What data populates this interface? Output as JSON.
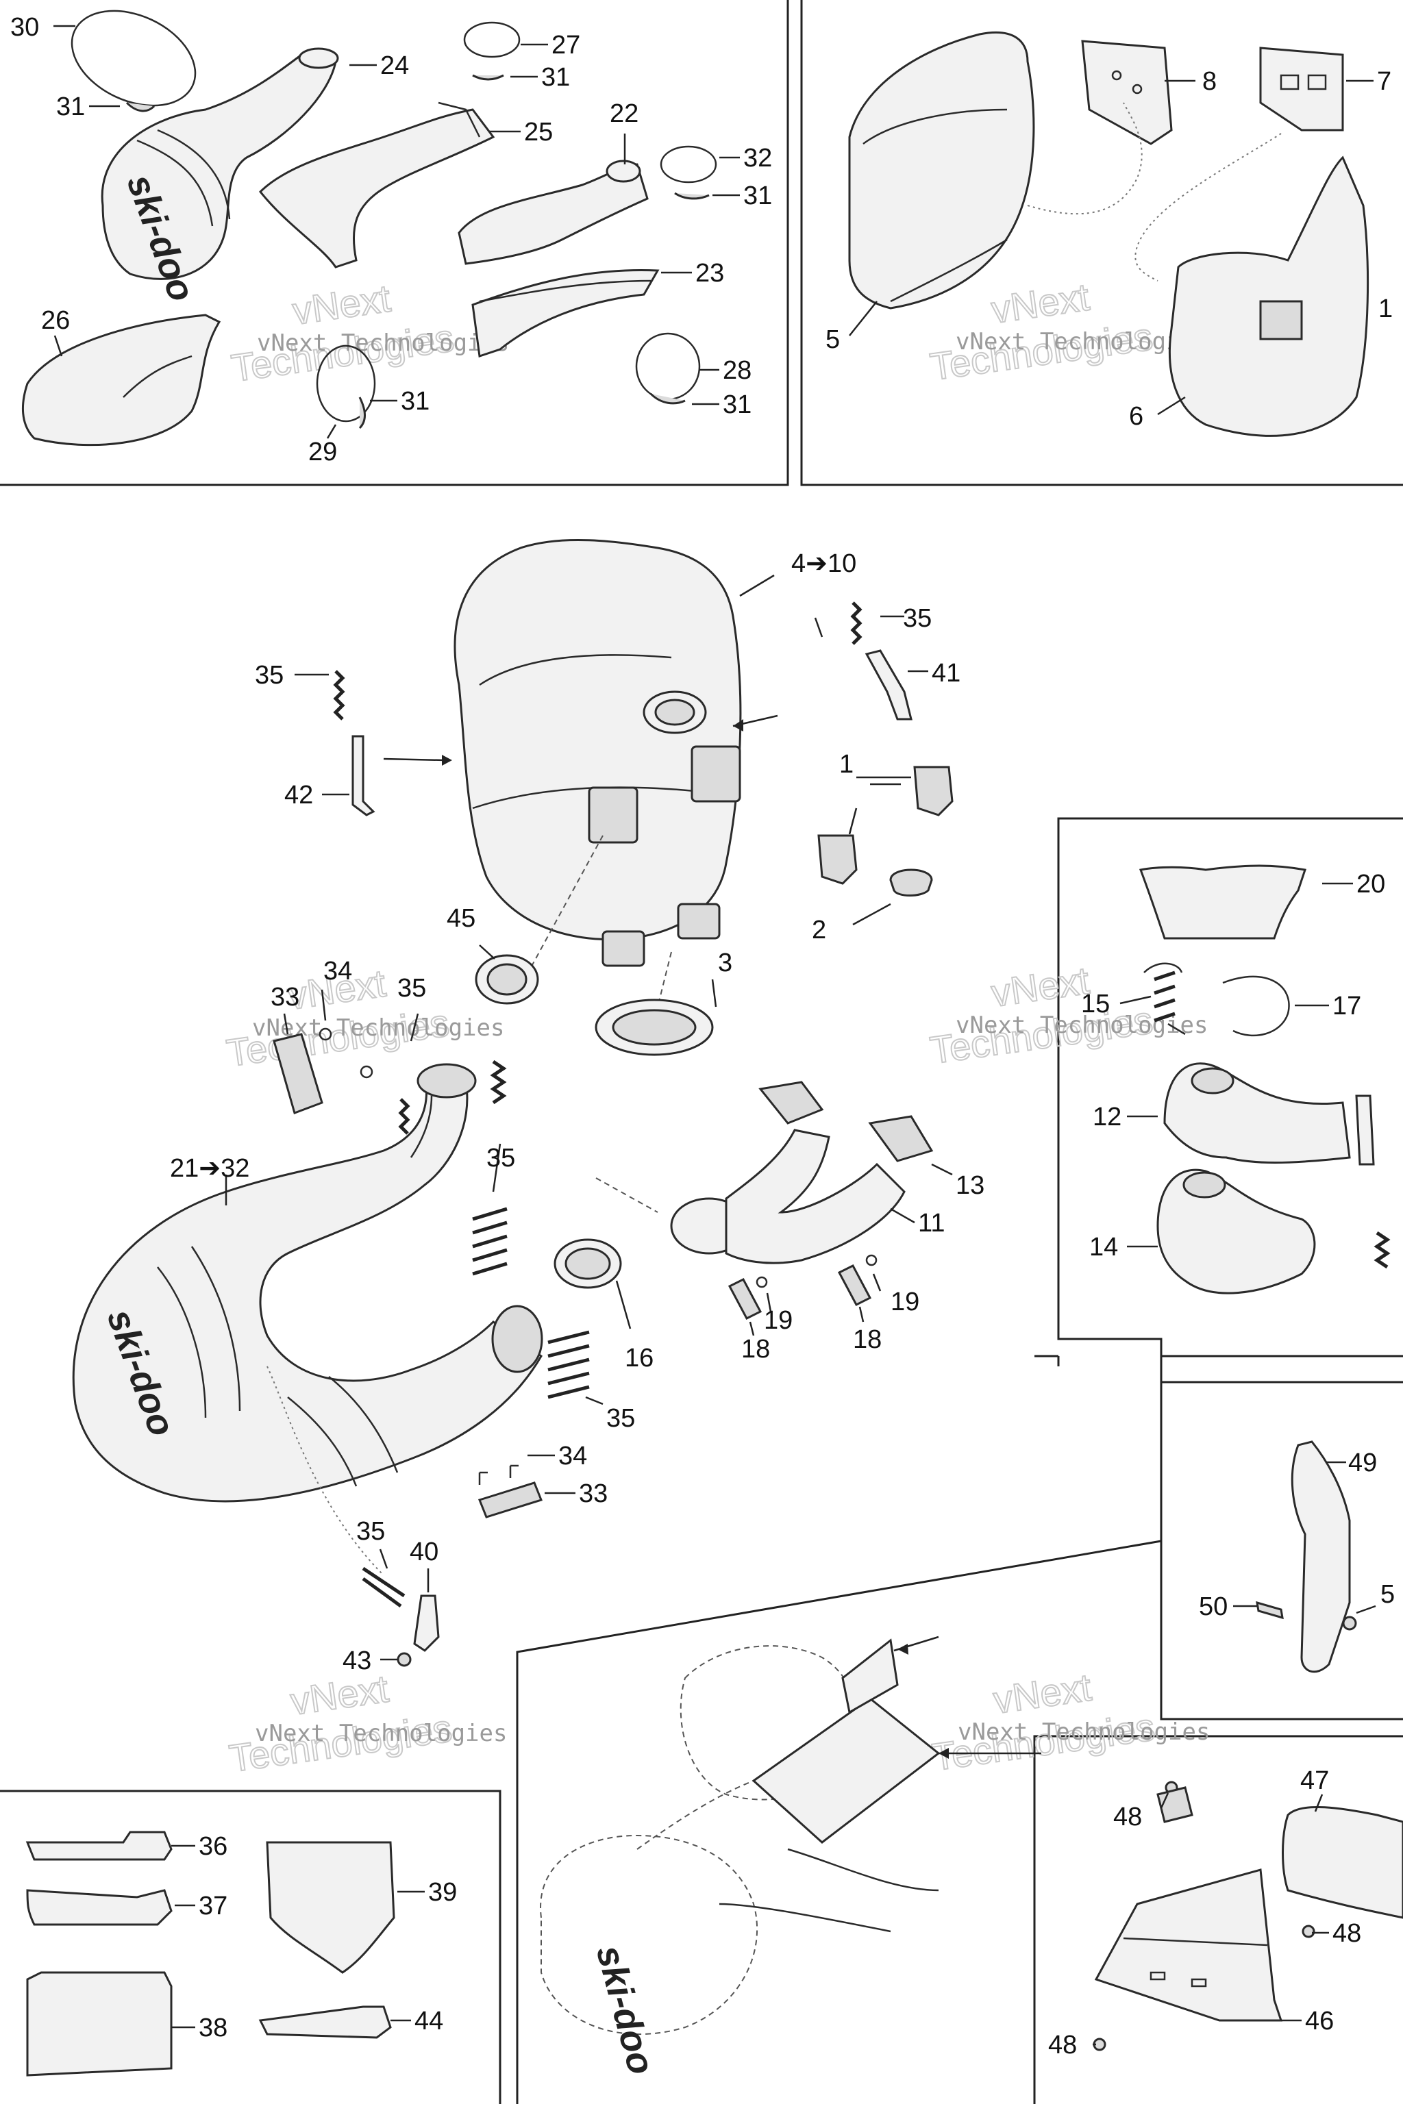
{
  "diagram": {
    "watermark": {
      "line1": "vNext Technologies",
      "line2a": "vNext",
      "line2b": "Technologies"
    },
    "logo_text": "ski-doo",
    "callouts": [
      {
        "id": "c30",
        "text": "30"
      },
      {
        "id": "c31a",
        "text": "31"
      },
      {
        "id": "c24",
        "text": "24"
      },
      {
        "id": "c27",
        "text": "27"
      },
      {
        "id": "c31b",
        "text": "31"
      },
      {
        "id": "c25",
        "text": "25"
      },
      {
        "id": "c22",
        "text": "22"
      },
      {
        "id": "c32",
        "text": "32"
      },
      {
        "id": "c31c",
        "text": "31"
      },
      {
        "id": "c23",
        "text": "23"
      },
      {
        "id": "c26",
        "text": "26"
      },
      {
        "id": "c28",
        "text": "28"
      },
      {
        "id": "c31d",
        "text": "31"
      },
      {
        "id": "c31e",
        "text": "31"
      },
      {
        "id": "c29",
        "text": "29"
      },
      {
        "id": "c8",
        "text": "8"
      },
      {
        "id": "c7",
        "text": "7"
      },
      {
        "id": "c5",
        "text": "5"
      },
      {
        "id": "c6",
        "text": "6"
      },
      {
        "id": "c1a",
        "text": "1"
      },
      {
        "id": "c4to10",
        "text": "4➔10"
      },
      {
        "id": "c35a",
        "text": "35"
      },
      {
        "id": "c41",
        "text": "41"
      },
      {
        "id": "c35b",
        "text": "35"
      },
      {
        "id": "c42",
        "text": "42"
      },
      {
        "id": "c1b",
        "text": "1"
      },
      {
        "id": "c2",
        "text": "2"
      },
      {
        "id": "c20",
        "text": "20"
      },
      {
        "id": "c45",
        "text": "45"
      },
      {
        "id": "c3",
        "text": "3"
      },
      {
        "id": "c34a",
        "text": "34"
      },
      {
        "id": "c33a",
        "text": "33"
      },
      {
        "id": "c35c",
        "text": "35"
      },
      {
        "id": "c15",
        "text": "15"
      },
      {
        "id": "c17",
        "text": "17"
      },
      {
        "id": "c12",
        "text": "12"
      },
      {
        "id": "c35d",
        "text": "35"
      },
      {
        "id": "c21to32",
        "text": "21➔32"
      },
      {
        "id": "c13",
        "text": "13"
      },
      {
        "id": "c11",
        "text": "11"
      },
      {
        "id": "c14",
        "text": "14"
      },
      {
        "id": "c19a",
        "text": "19"
      },
      {
        "id": "c19b",
        "text": "19"
      },
      {
        "id": "c18a",
        "text": "18"
      },
      {
        "id": "c18b",
        "text": "18"
      },
      {
        "id": "c16",
        "text": "16"
      },
      {
        "id": "c35e",
        "text": "35"
      },
      {
        "id": "c34b",
        "text": "34"
      },
      {
        "id": "c49",
        "text": "49"
      },
      {
        "id": "c33b",
        "text": "33"
      },
      {
        "id": "c35f",
        "text": "35"
      },
      {
        "id": "c40",
        "text": "40"
      },
      {
        "id": "c50",
        "text": "50"
      },
      {
        "id": "c5b",
        "text": "5"
      },
      {
        "id": "c43",
        "text": "43"
      },
      {
        "id": "c47",
        "text": "47"
      },
      {
        "id": "c48a",
        "text": "48"
      },
      {
        "id": "c36",
        "text": "36"
      },
      {
        "id": "c37",
        "text": "37"
      },
      {
        "id": "c39",
        "text": "39"
      },
      {
        "id": "c48b",
        "text": "48"
      },
      {
        "id": "c38",
        "text": "38"
      },
      {
        "id": "c44",
        "text": "44"
      },
      {
        "id": "c46",
        "text": "46"
      },
      {
        "id": "c48c",
        "text": "48"
      }
    ]
  }
}
